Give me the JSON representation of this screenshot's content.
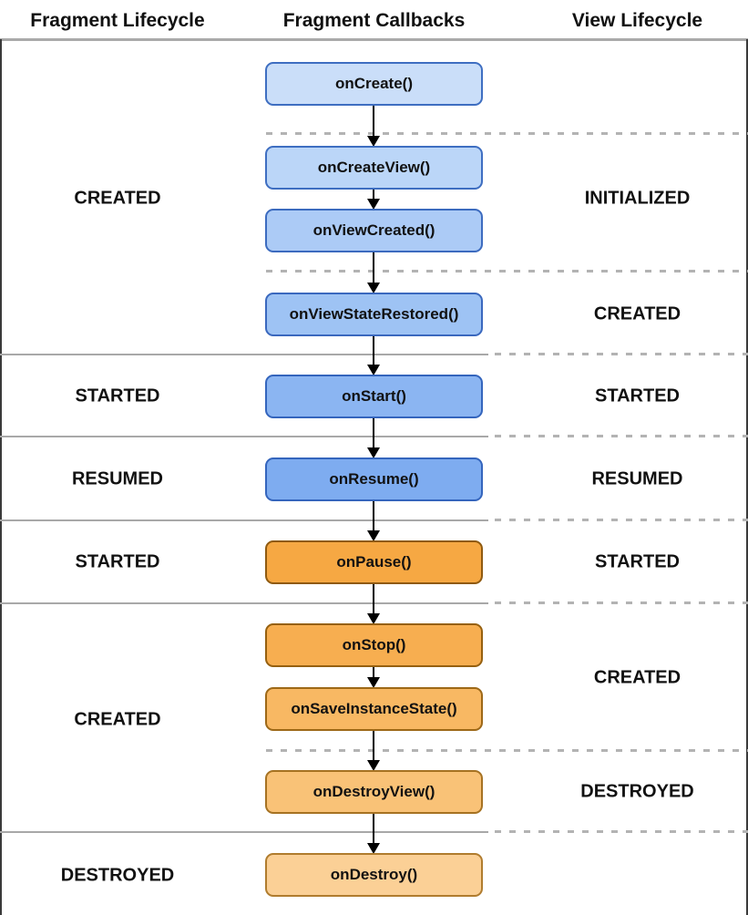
{
  "header": {
    "columns": [
      "Fragment Lifecycle",
      "Fragment Callbacks",
      "View Lifecycle"
    ]
  },
  "callbacks": [
    {
      "label": "onCreate()",
      "fill": "#cadef9",
      "border": "#3e6ec1"
    },
    {
      "label": "onCreateView()",
      "fill": "#bbd6f8",
      "border": "#3e6ec1"
    },
    {
      "label": "onViewCreated()",
      "fill": "#accbf6",
      "border": "#3c6bbf"
    },
    {
      "label": "onViewStateRestored()",
      "fill": "#9ec3f4",
      "border": "#3a68be"
    },
    {
      "label": "onStart()",
      "fill": "#8bb5f2",
      "border": "#3465bd"
    },
    {
      "label": "onResume()",
      "fill": "#7eacf0",
      "border": "#3465bd"
    },
    {
      "label": "onPause()",
      "fill": "#f6a843",
      "border": "#8f5a10"
    },
    {
      "label": "onStop()",
      "fill": "#f7ae50",
      "border": "#96600f"
    },
    {
      "label": "onSaveInstanceState()",
      "fill": "#f8b863",
      "border": "#9d6817"
    },
    {
      "label": "onDestroyView()",
      "fill": "#f9c277",
      "border": "#a67222"
    },
    {
      "label": "onDestroy()",
      "fill": "#fbd096",
      "border": "#b07c2e"
    }
  ],
  "fragment_states": [
    "CREATED",
    "STARTED",
    "RESUMED",
    "STARTED",
    "CREATED",
    "DESTROYED"
  ],
  "view_states": [
    "INITIALIZED",
    "CREATED",
    "STARTED",
    "RESUMED",
    "STARTED",
    "CREATED",
    "DESTROYED"
  ],
  "colors": {
    "background": "#ffffff",
    "text": "#111111",
    "solid_separator": "#a8a8a8",
    "dashed_separator": "#b3b3b3",
    "arrow": "#000000",
    "side_border": "#3a3a3a"
  }
}
